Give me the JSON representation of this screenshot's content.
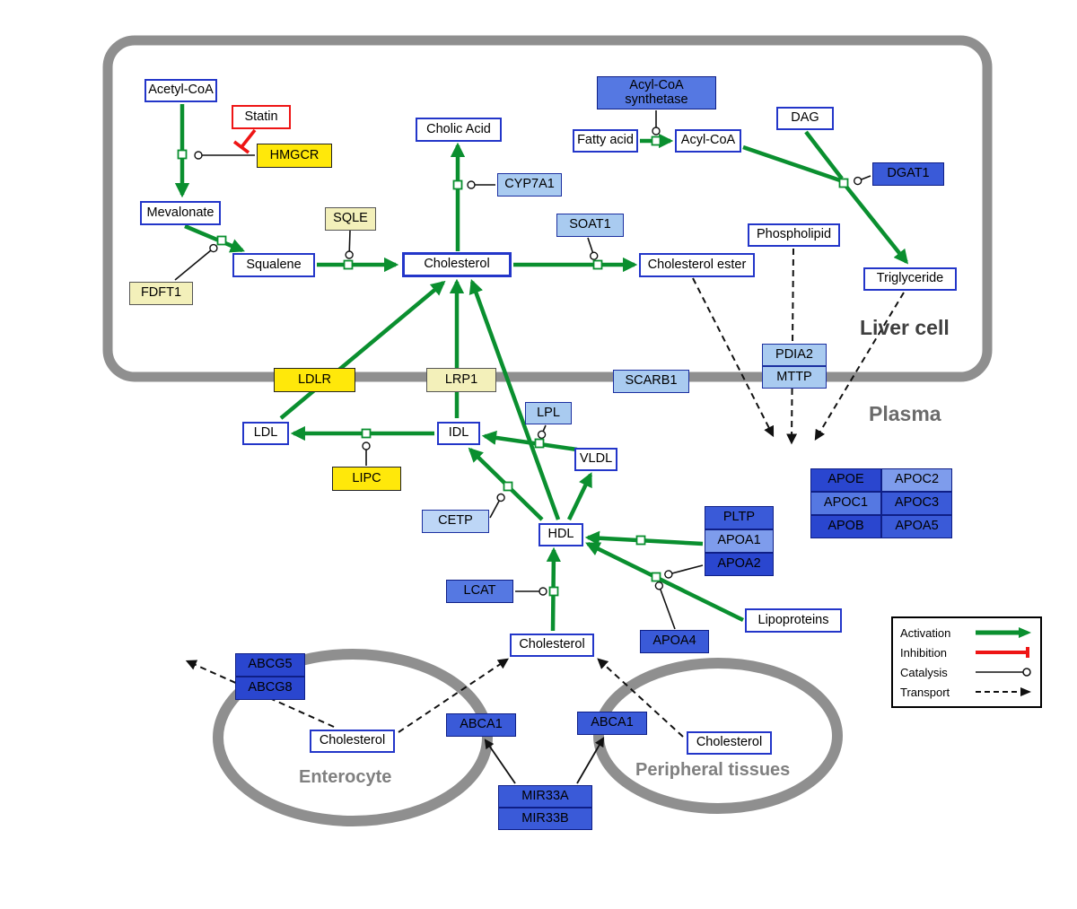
{
  "regions": {
    "liver_label": "Liver cell",
    "plasma_label": "Plasma",
    "enterocyte_label": "Enterocyte",
    "peripheral_label": "Peripheral tissues"
  },
  "legend": {
    "activation": "Activation",
    "inhibition": "Inhibition",
    "catalysis": "Catalysis",
    "transport": "Transport"
  },
  "colors": {
    "activation_green": "#0a8f2f",
    "inhibition_red": "#ee1515",
    "membrane_gray": "#8f8f8f",
    "node_border_blue": "#2336c9",
    "highlight_yellow": "#ffe80a"
  },
  "nodes": {
    "acetyl_coa": "Acetyl-CoA",
    "statin": "Statin",
    "hmgcr": "HMGCR",
    "mevalonate": "Mevalonate",
    "fdft1": "FDFT1",
    "squalene": "Squalene",
    "sqle": "SQLE",
    "cholesterol_liver": "Cholesterol",
    "cholic_acid": "Cholic Acid",
    "cyp7a1": "CYP7A1",
    "soat1": "SOAT1",
    "cholesterol_ester": "Cholesterol ester",
    "acyl_coa_synthetase": "Acyl-CoA synthetase",
    "fatty_acid": "Fatty acid",
    "acyl_coa": "Acyl-CoA",
    "dag": "DAG",
    "dgat1": "DGAT1",
    "phospholipid": "Phospholipid",
    "triglyceride": "Triglyceride",
    "pdia2": "PDIA2",
    "mttp": "MTTP",
    "ldlr": "LDLR",
    "lrp1": "LRP1",
    "scarb1": "SCARB1",
    "ldl": "LDL",
    "idl": "IDL",
    "lpl": "LPL",
    "vldl": "VLDL",
    "lipc": "LIPC",
    "cetp": "CETP",
    "hdl": "HDL",
    "lcat": "LCAT",
    "pltp": "PLTP",
    "apoa1": "APOA1",
    "apoa2": "APOA2",
    "apoa4": "APOA4",
    "lipoproteins": "Lipoproteins",
    "apoe": "APOE",
    "apoc2": "APOC2",
    "apoc1": "APOC1",
    "apoc3": "APOC3",
    "apob": "APOB",
    "apoa5": "APOA5",
    "cholesterol_plasma": "Cholesterol",
    "abcg5": "ABCG5",
    "abcg8": "ABCG8",
    "cholesterol_enterocyte": "Cholesterol",
    "abca1_enterocyte": "ABCA1",
    "abca1_peripheral": "ABCA1",
    "cholesterol_peripheral": "Cholesterol",
    "mir33a": "MIR33A",
    "mir33b": "MIR33B"
  }
}
